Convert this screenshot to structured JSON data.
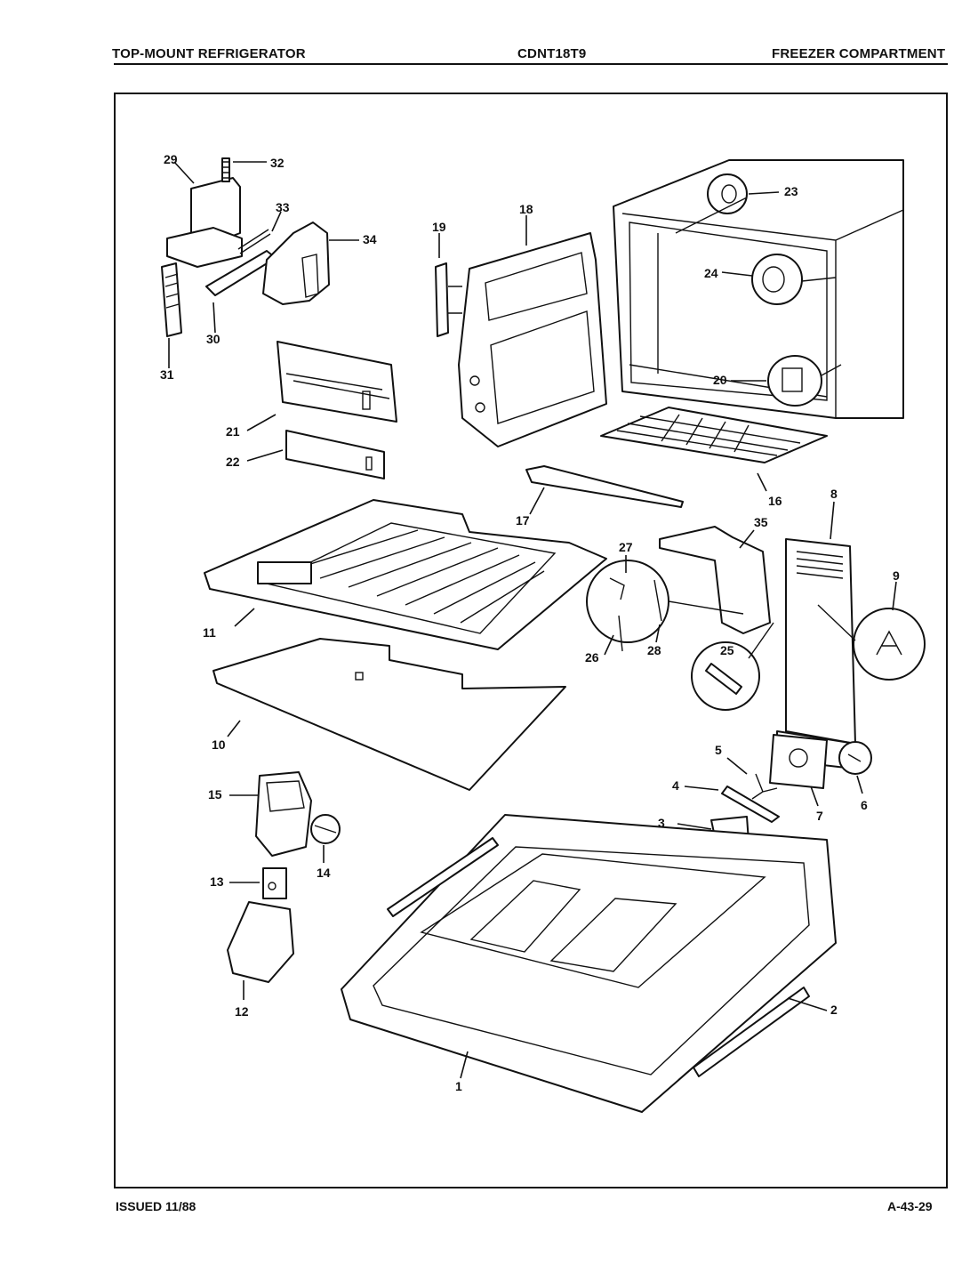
{
  "header": {
    "left": "TOP-MOUNT REFRIGERATOR",
    "center": "CDNT18T9",
    "right": "FREEZER COMPARTMENT"
  },
  "footer": {
    "issued": "ISSUED 11/88",
    "page_code": "A-43-29"
  },
  "callouts": {
    "c1": "1",
    "c2": "2",
    "c3": "3",
    "c4": "4",
    "c5": "5",
    "c6": "6",
    "c7": "7",
    "c8": "8",
    "c9": "9",
    "c10": "10",
    "c11": "11",
    "c12": "12",
    "c13": "13",
    "c14": "14",
    "c15": "15",
    "c16": "16",
    "c17": "17",
    "c18": "18",
    "c19": "19",
    "c20": "20",
    "c21": "21",
    "c22": "22",
    "c23": "23",
    "c24": "24",
    "c25": "25",
    "c26": "26",
    "c27": "27",
    "c28": "28",
    "c29": "29",
    "c30": "30",
    "c31": "31",
    "c32": "32",
    "c33": "33",
    "c34": "34",
    "c35": "35"
  }
}
